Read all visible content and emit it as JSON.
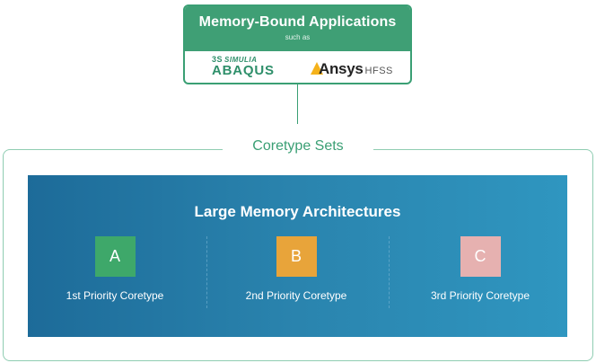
{
  "app_card": {
    "title": "Memory-Bound Applications",
    "subtitle": "such as",
    "logo_simulia": {
      "brand_top": "SIMULIA",
      "brand_main": "ABAQUS"
    },
    "logo_ansys": {
      "brand_main": "Ansys",
      "product": "HFSS"
    }
  },
  "set": {
    "title": "Coretype Sets"
  },
  "architecture": {
    "title": "Large Memory Architectures",
    "coretypes": [
      {
        "letter": "A",
        "label": "1st Priority Coretype",
        "color": "#3ea86a"
      },
      {
        "letter": "B",
        "label": "2nd Priority Coretype",
        "color": "#e8a43a"
      },
      {
        "letter": "C",
        "label": "3rd Priority Coretype",
        "color": "#e6b1b0"
      }
    ]
  },
  "colors": {
    "accent_green": "#3a9f74",
    "panel_blue": "#2a84ae"
  }
}
